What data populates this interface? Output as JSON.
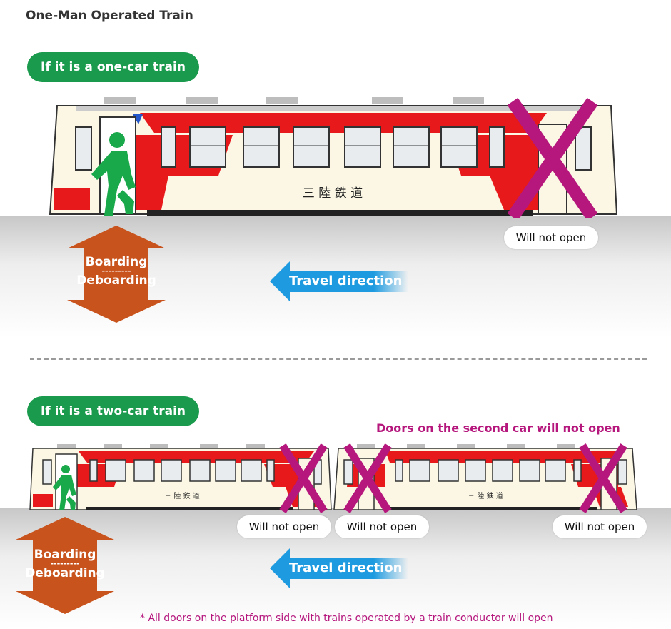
{
  "page": {
    "title": "One-Man Operated Train"
  },
  "section_one": {
    "heading": "If it is a one-car train",
    "train_name": "三 陸 鉄 道",
    "door_closed_label": "Will not open",
    "boarding_label": "Boarding",
    "separator": "---------",
    "deboarding_label": "Deboarding",
    "travel_label": "Travel direction"
  },
  "section_two": {
    "heading": "If it is a two-car train",
    "second_car_note": "Doors on the second car will not open",
    "train_name": "三 陸 鉄 道",
    "door_closed_labels": [
      "Will not open",
      "Will not open",
      "Will not open"
    ],
    "boarding_label": "Boarding",
    "separator": "---------",
    "deboarding_label": "Deboarding",
    "travel_label": "Travel direction"
  },
  "footnote": "* All doors on the platform side with trains operated by a train conductor will open",
  "colors": {
    "green": "#1a9a4c",
    "magenta": "#b5177d",
    "orange": "#c9531c",
    "blue": "#1e9be0",
    "train_red": "#e8191a",
    "train_cream": "#fbf7e4"
  }
}
